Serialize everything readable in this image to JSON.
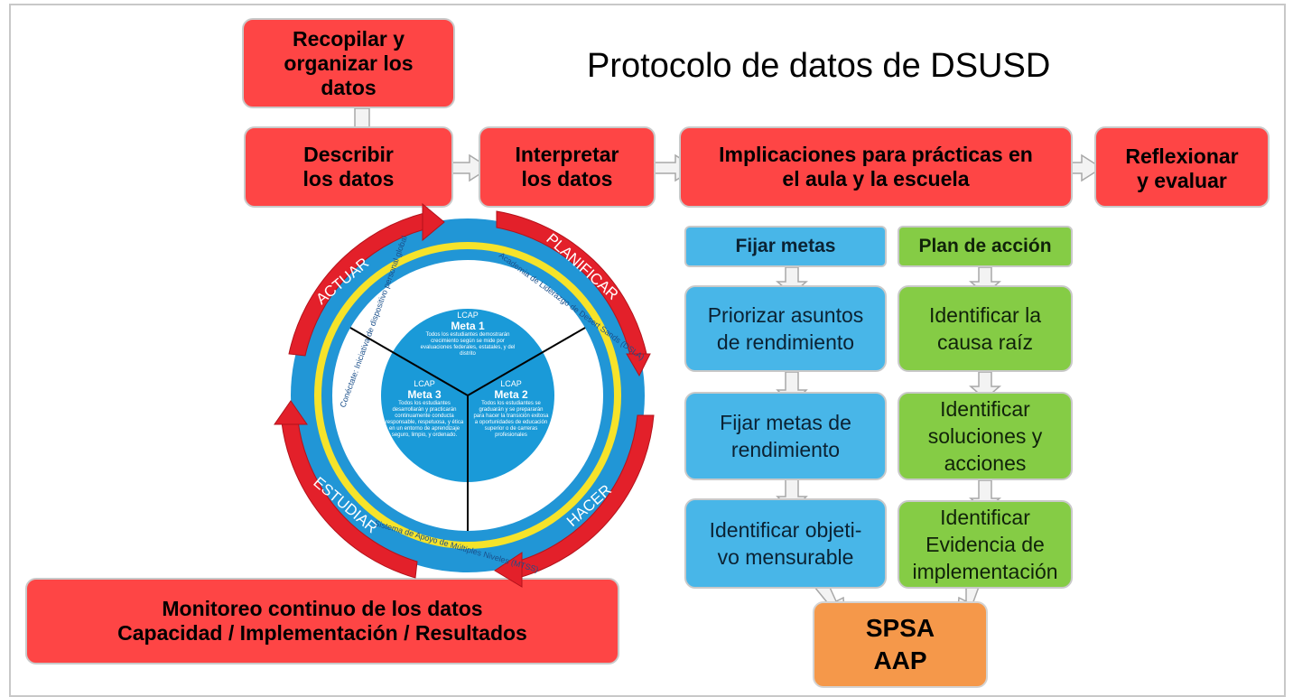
{
  "title": "Protocolo de datos de DSUSD",
  "steps": {
    "collect": "Recopilar y\norganizar los\ndatos",
    "describe": "Describir\nlos datos",
    "interpret": "Interpretar\nlos datos",
    "implications": "Implicaciones para prácticas en\nel aula y la escuela",
    "reflect": "Reflexionar\ny evaluar"
  },
  "goals_column": {
    "header": "Fijar metas",
    "items": [
      "Priorizar asuntos\nde rendimiento",
      "Fijar metas de\nrendimiento",
      "Identificar objeti-\nvo mensurable"
    ]
  },
  "action_column": {
    "header": "Plan de acción",
    "items": [
      "Identificar la\ncausa raíz",
      "Identificar\nsoluciones y\nacciones",
      "Identificar\nEvidencia de\nimplementación"
    ]
  },
  "outcome": "SPSA\nAAP",
  "monitoring": "Monitoreo continuo de los datos\nCapacidad / Implementación / Resultados",
  "cycle": {
    "arrows": [
      "ACTUAR",
      "PLANIFICAR",
      "HACER",
      "ESTUDIAR"
    ],
    "ring_labels": [
      "Conéctate: Iniciativa de dispositivo personal global",
      "Academia de Liderazgo de Desert Sands (DSLA)",
      "Sistema de Apoyo de Múltiples Niveles (MTSS)"
    ],
    "goals": [
      {
        "tag": "LCAP",
        "name": "Meta 1",
        "text": "Todos los estudiantes demostrarán crecimiento según se mide por evaluaciones federales, estatales, y del distrito"
      },
      {
        "tag": "LCAP",
        "name": "Meta 2",
        "text": "Todos los estudiantes se graduarán y se prepararán para hacer la transición exitosa a oportunidades de educación superior o de carreras profesionales"
      },
      {
        "tag": "LCAP",
        "name": "Meta 3",
        "text": "Todos los estudiantes desarrollarán y practicarán continuamente conducta responsable, respetuosa, y ética en un entorno de aprendizaje seguro, limpio, y ordenado."
      }
    ]
  },
  "colors": {
    "red": "#fe4545",
    "blue": "#48b6e8",
    "green": "#85cc45",
    "orange": "#f5984a",
    "wheel_blue": "#2196d6",
    "wheel_yellow": "#f6e32a"
  }
}
